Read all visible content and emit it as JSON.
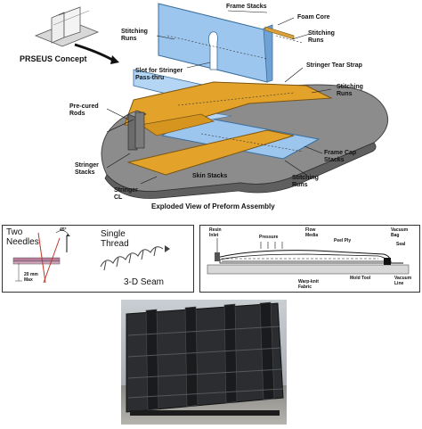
{
  "top": {
    "concept_label": "PRSEUS Concept",
    "caption": "Exploded View of Preform Assembly",
    "labels": {
      "frame_stacks": "Frame Stacks",
      "foam_core": "Foam Core",
      "stitching_runs_left": "Stitching\nRuns",
      "stitching_runs_right": "Stitching\nRuns",
      "slot": "Slot for Stringer\nPass-thru",
      "tear_strap": "Stringer Tear Strap",
      "precured_rods": "Pre-cured\nRods",
      "stitching_runs_mid": "Stitching\nRuns",
      "stringer_stacks": "Stringer\nStacks",
      "frame_cap_stacks": "Frame Cap\nStacks",
      "skin_stacks": "Skin Stacks",
      "stringer_cl": "Stringer\nCL",
      "stitching_runs_bottom": "Stitching\nRuns"
    },
    "colors": {
      "blue": "#9cc6ee",
      "orange": "#e3a22a",
      "gray": "#8c8c8c"
    }
  },
  "stitch": {
    "two_needles": "Two\nNeedles",
    "angle": "45°",
    "single_thread": "Single\nThread",
    "dim": "20 mm\nMax",
    "seam": "3-D Seam"
  },
  "infusion": {
    "resin_inlet": "Resin\nInlet",
    "pressure": "Pressure",
    "flow_media": "Flow\nMedia",
    "peel_ply": "Peel Ply",
    "vacuum_bag": "Vacuum\nBag",
    "seal": "Seal",
    "vacuum_line": "Vacuum\nLine",
    "mold_tool": "Mold Tool",
    "fabric": "Warp-knit\nFabric"
  },
  "photo": {
    "icon": "stitched-panel-photo"
  }
}
